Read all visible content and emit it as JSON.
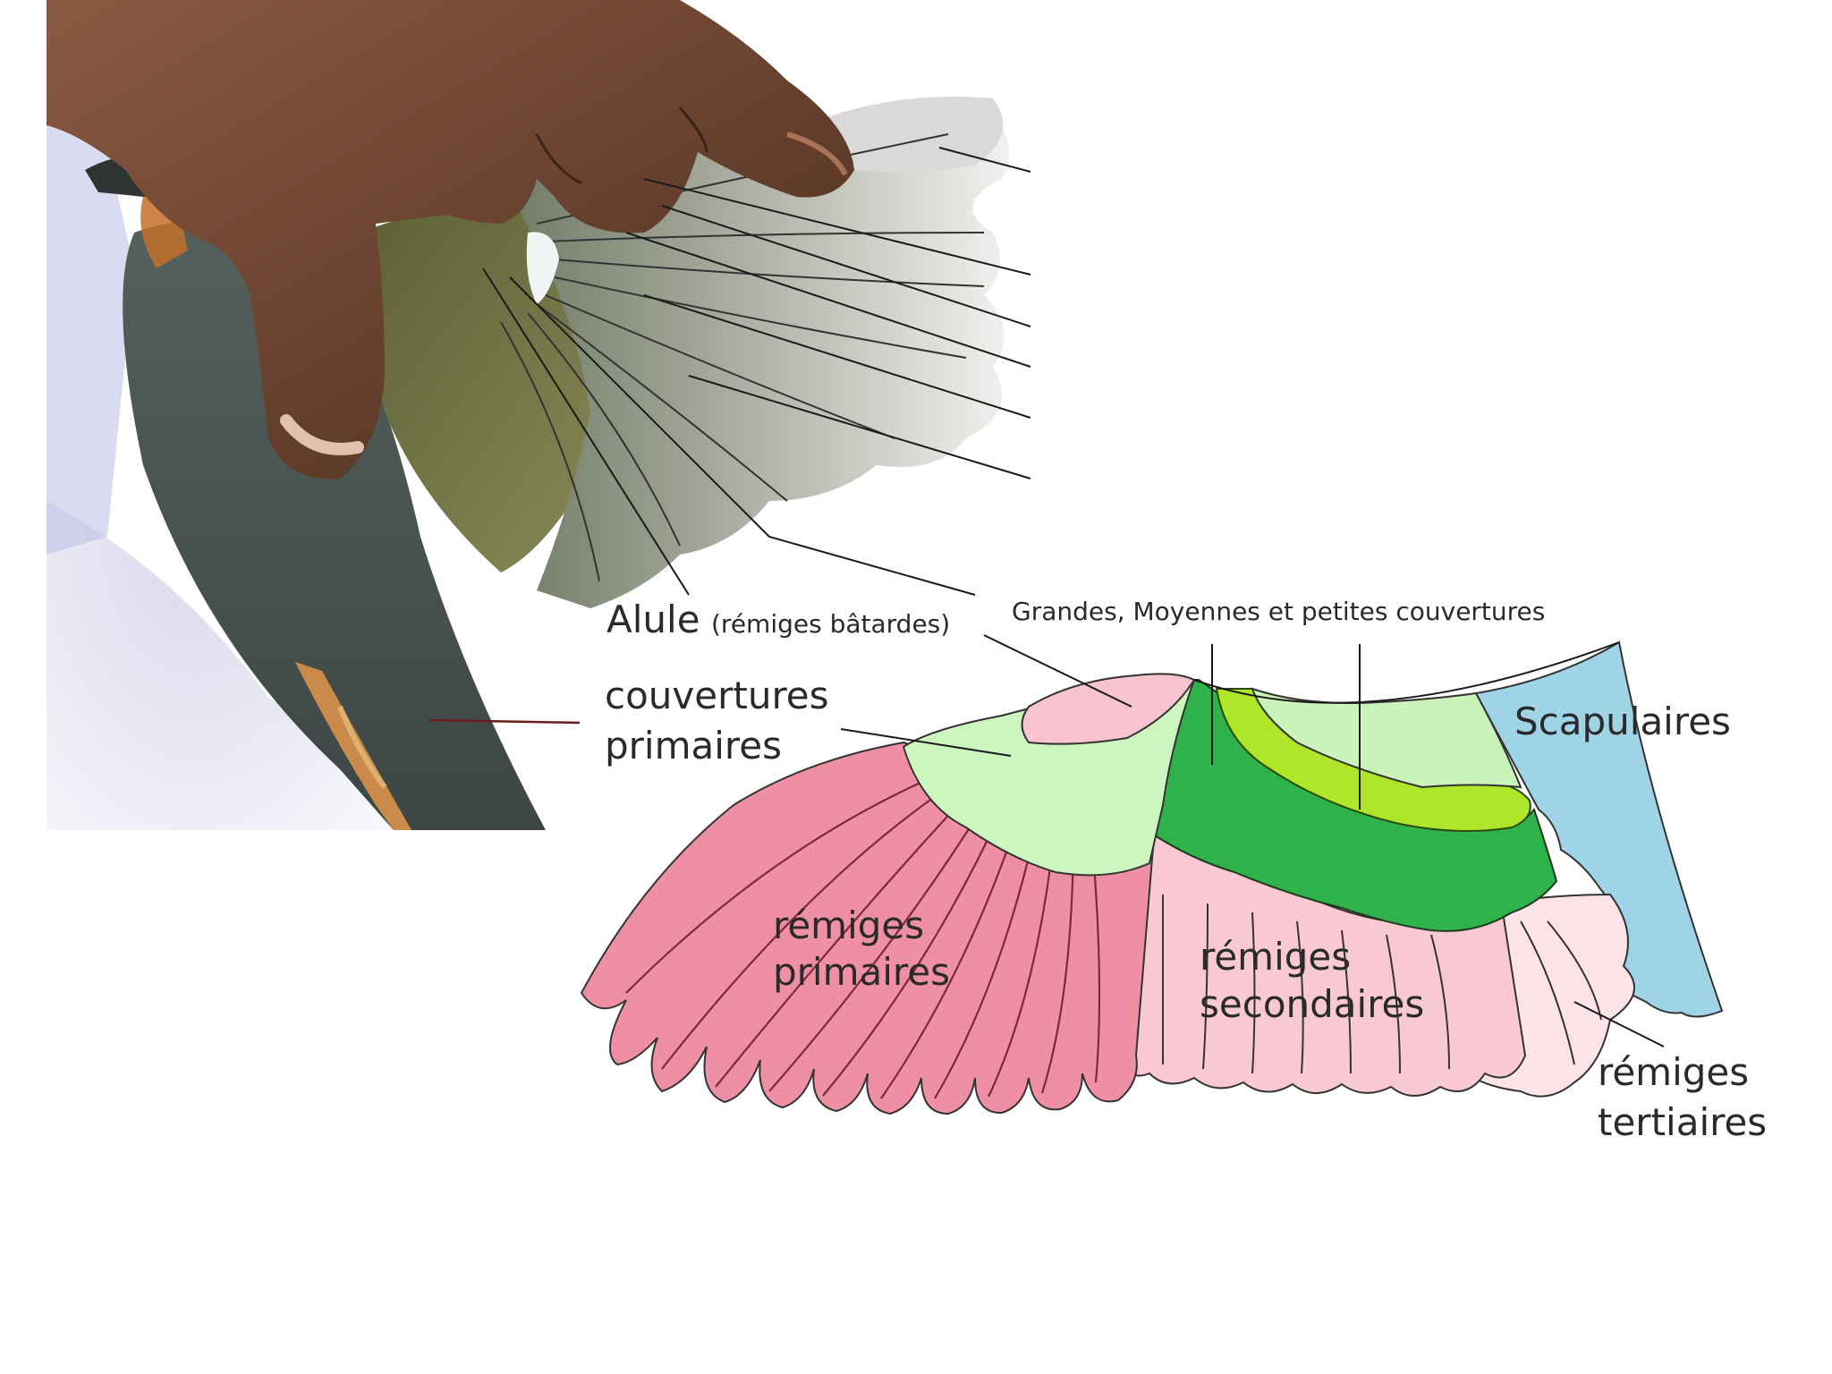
{
  "labels": {
    "alule_main": "Alule",
    "alule_sub": "(rémiges bâtardes)",
    "coverts_line1": "Grandes, Moyennes et petites couvertures",
    "primary_coverts_1": "couvertures",
    "primary_coverts_2": "primaires",
    "scapulars": "Scapulaires",
    "primaries_1": "rémiges",
    "primaries_2": "primaires",
    "secondaries_1": "rémiges",
    "secondaries_2": "secondaires",
    "tertials_1": "rémiges",
    "tertials_2": "tertiaires"
  },
  "colors": {
    "primaries": "#ef8fa3",
    "secondaries": "#f8c9d3",
    "tertials": "#fbe3e8",
    "primary_coverts": "#cdf5c0",
    "greater_coverts": "#2fb24a",
    "median_coverts": "#aee62a",
    "lesser_coverts": "#c9f3b9",
    "scapulars": "#9fd3e6",
    "alula": "#f6c3cf",
    "bird_body": "#4f5a57",
    "wing_olive": "#6e7440",
    "hand_skin": "#6b4330"
  }
}
